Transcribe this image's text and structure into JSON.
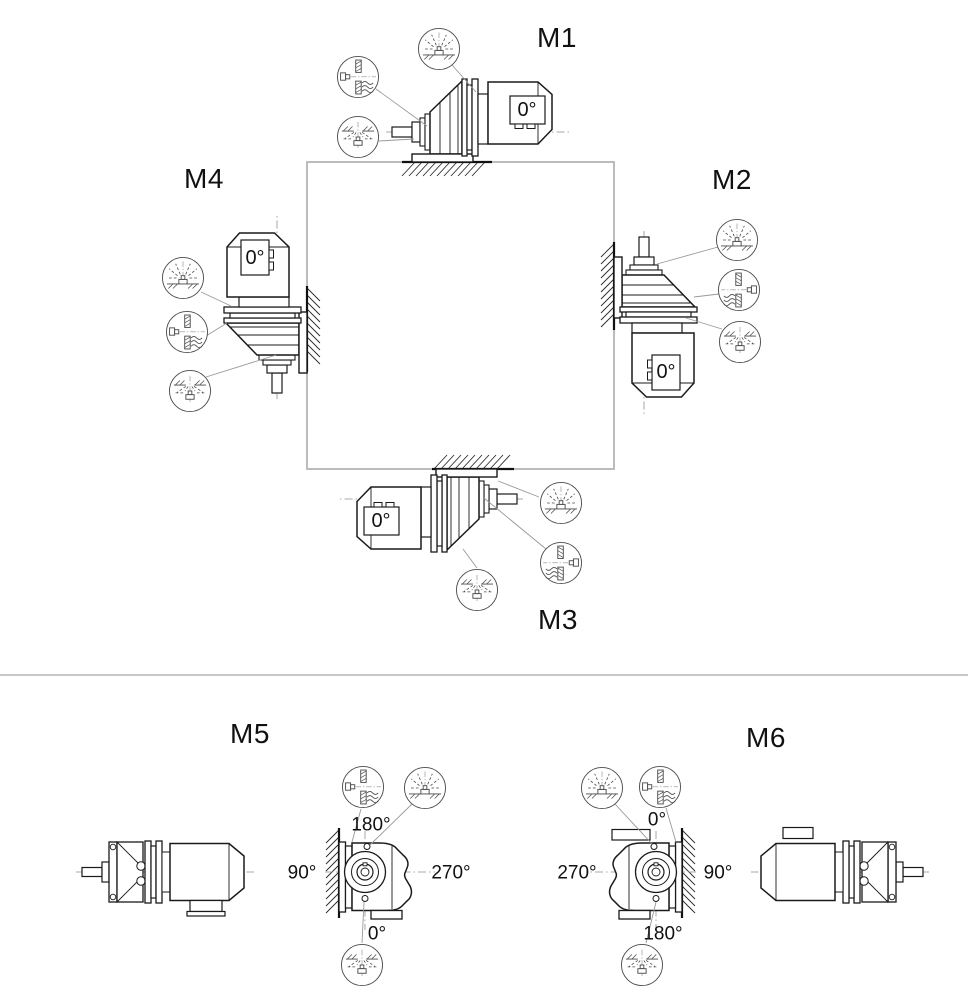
{
  "colors": {
    "background": "#ffffff",
    "line": "#1a1a1a",
    "muted_line": "#8f8f8f",
    "frame": "#b5b5b5"
  },
  "sections": {
    "top": {
      "frame_shape": "square",
      "positions": [
        {
          "id": "m1",
          "label": "M1",
          "motor_plate": "0°",
          "mounting": "floor",
          "vents": [
            "above",
            "side",
            "below"
          ]
        },
        {
          "id": "m2",
          "label": "M2",
          "motor_plate": "0°",
          "mounting": "wall-right",
          "vents": [
            "above",
            "side",
            "below"
          ]
        },
        {
          "id": "m3",
          "label": "M3",
          "motor_plate": "0°",
          "mounting": "ceiling",
          "vents": [
            "above",
            "side",
            "below"
          ]
        },
        {
          "id": "m4",
          "label": "M4",
          "motor_plate": "0°",
          "mounting": "wall-left",
          "vents": [
            "above",
            "side",
            "below"
          ]
        }
      ]
    },
    "bottom": {
      "positions": [
        {
          "id": "m5",
          "label": "M5",
          "angles": {
            "top": "180°",
            "left": "90°",
            "right": "270°",
            "bottom": "0°"
          },
          "vents": [
            "side",
            "above",
            "below"
          ]
        },
        {
          "id": "m6",
          "label": "M6",
          "angles": {
            "top": "0°",
            "left": "270°",
            "right": "90°",
            "bottom": "180°"
          },
          "vents": [
            "above",
            "side",
            "below"
          ]
        }
      ]
    }
  },
  "icons": {
    "vent_above": "vent-above-icon",
    "vent_side": "vent-side-icon",
    "vent_below": "vent-below-icon"
  }
}
